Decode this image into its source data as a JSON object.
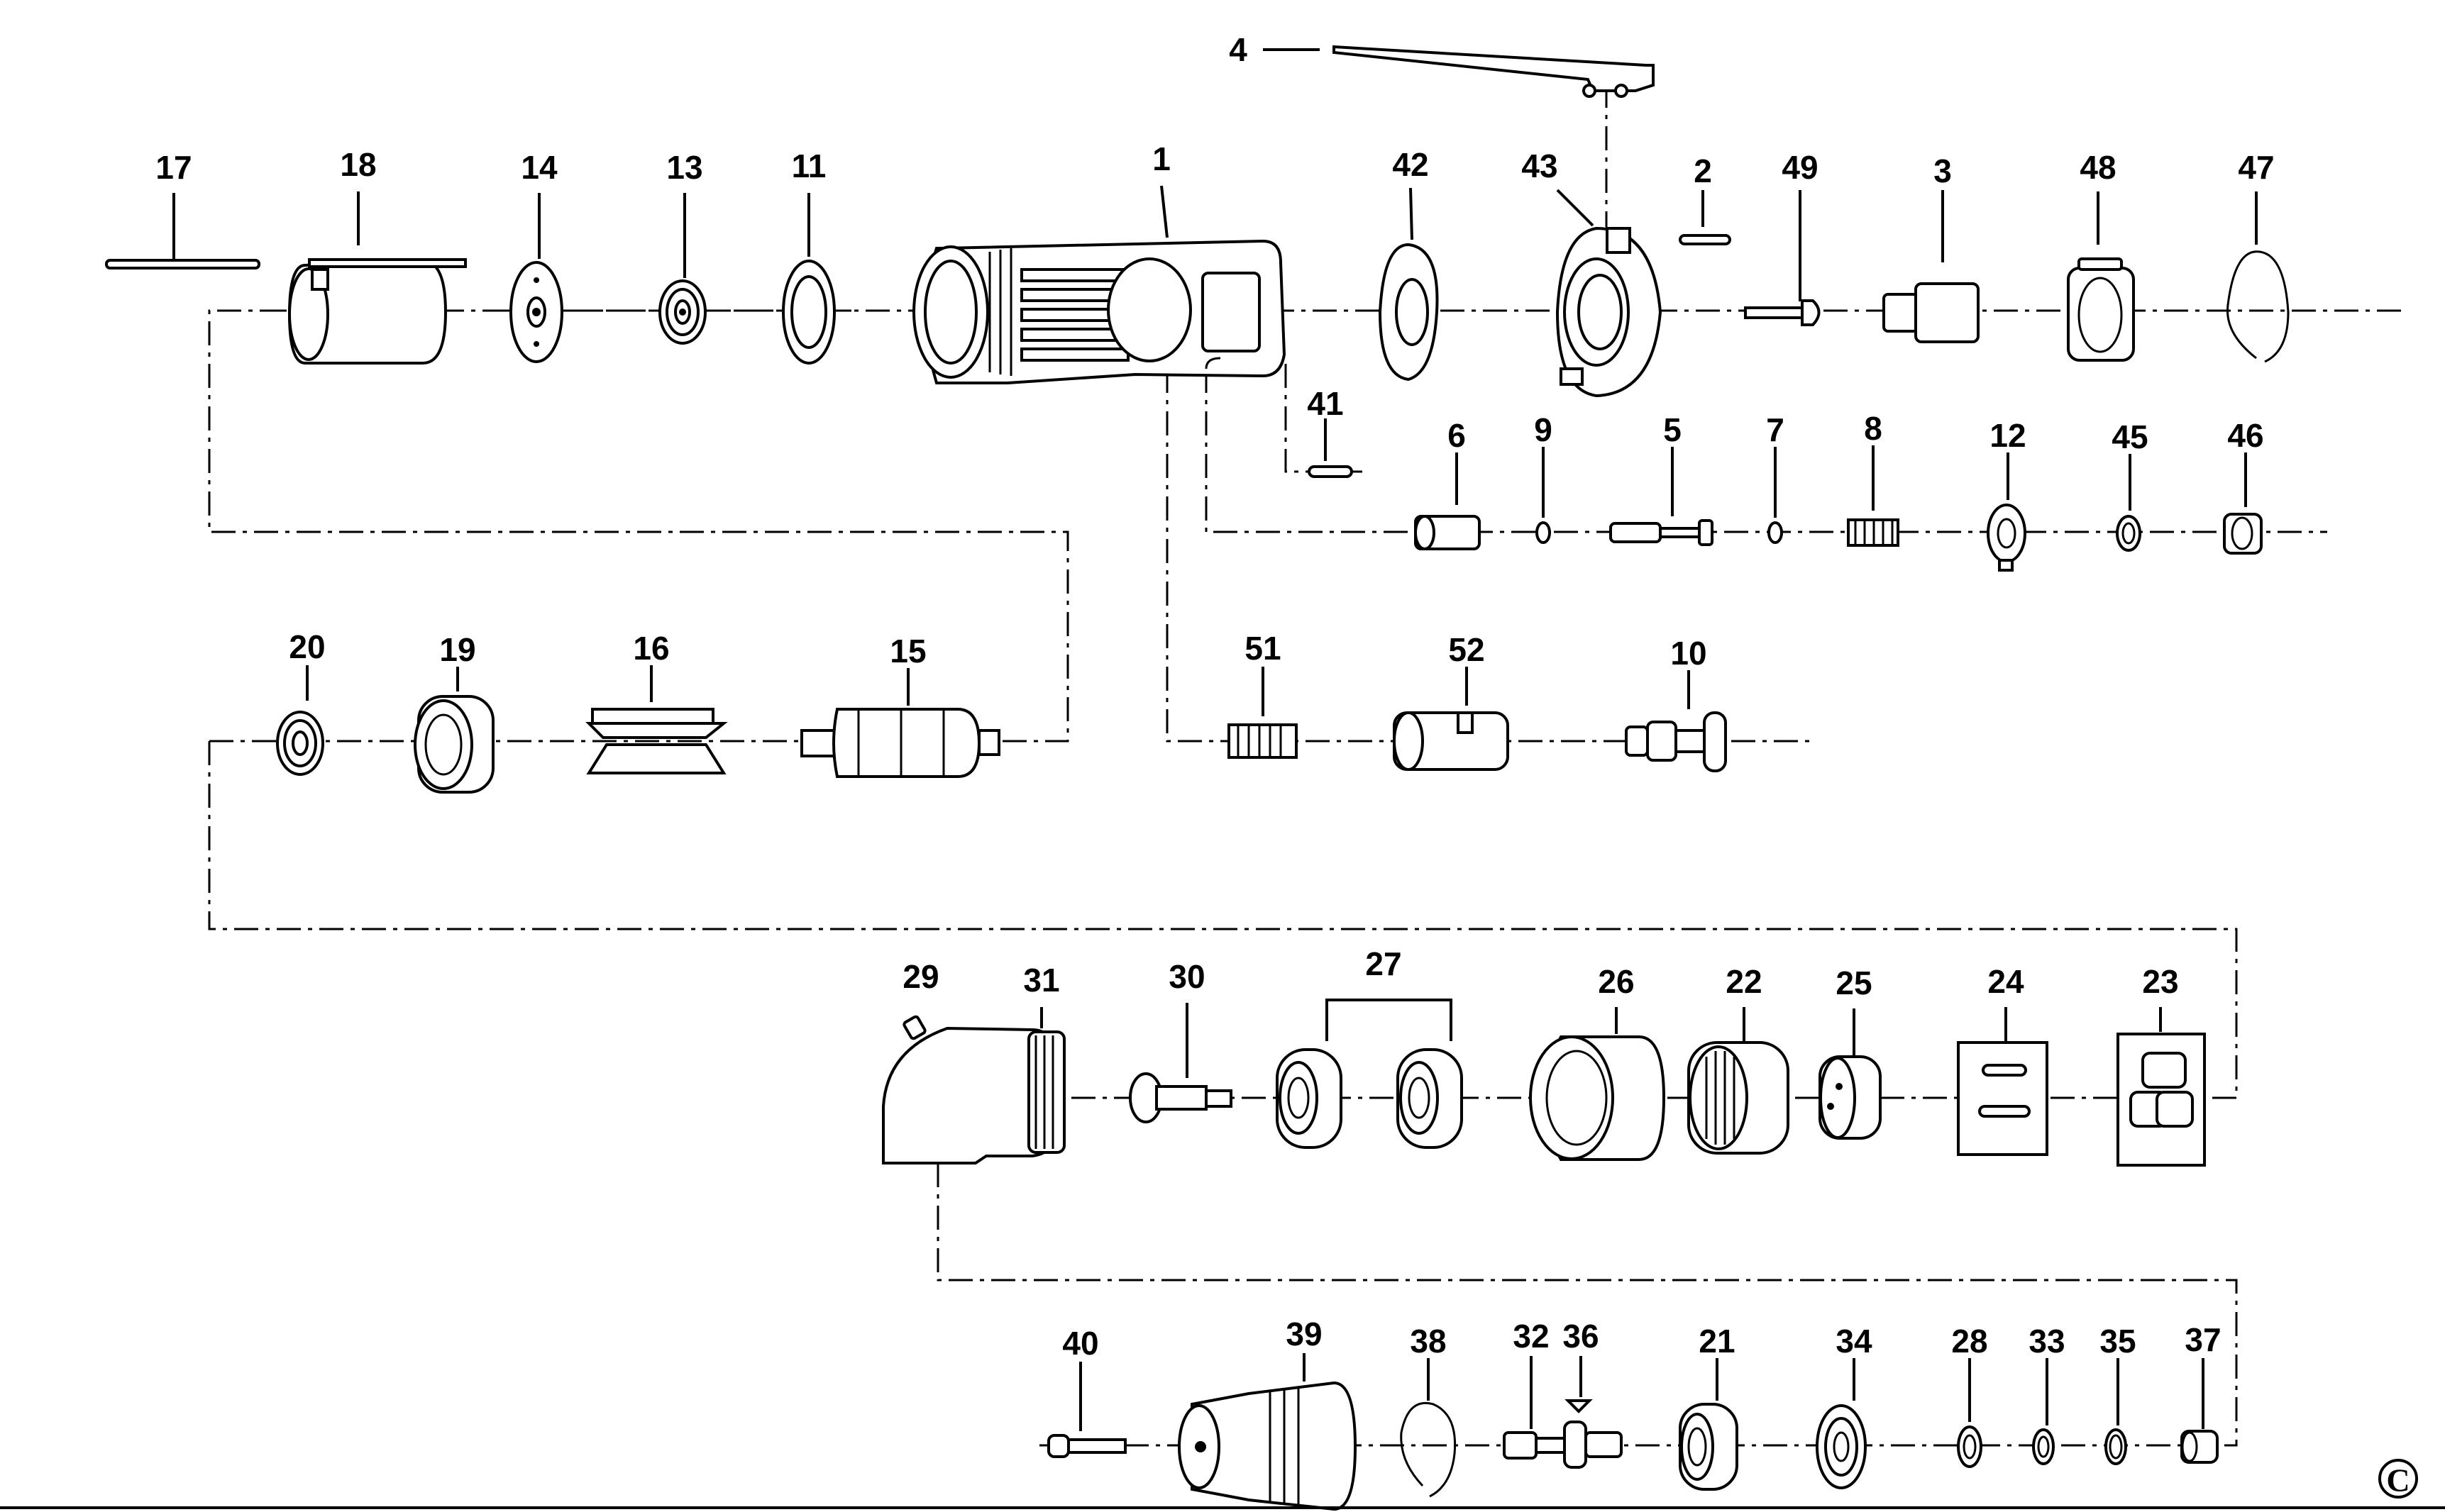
{
  "labels": {
    "p1": "1",
    "p2": "2",
    "p3": "3",
    "p4": "4",
    "p5": "5",
    "p6": "6",
    "p7": "7",
    "p8": "8",
    "p9": "9",
    "p10": "10",
    "p11": "11",
    "p12": "12",
    "p13": "13",
    "p14": "14",
    "p15": "15",
    "p16": "16",
    "p17": "17",
    "p18": "18",
    "p19": "19",
    "p20": "20",
    "p21": "21",
    "p22": "22",
    "p23": "23",
    "p24": "24",
    "p25": "25",
    "p26": "26",
    "p27": "27",
    "p28": "28",
    "p29": "29",
    "p30": "30",
    "p31": "31",
    "p32": "32",
    "p33": "33",
    "p34": "34",
    "p35": "35",
    "p36": "36",
    "p37": "37",
    "p38": "38",
    "p39": "39",
    "p40": "40",
    "p41": "41",
    "p42": "42",
    "p43": "43",
    "p45": "45",
    "p46": "46",
    "p47": "47",
    "p48": "48",
    "p49": "49",
    "p51": "51",
    "p52": "52"
  },
  "copyright": "C"
}
